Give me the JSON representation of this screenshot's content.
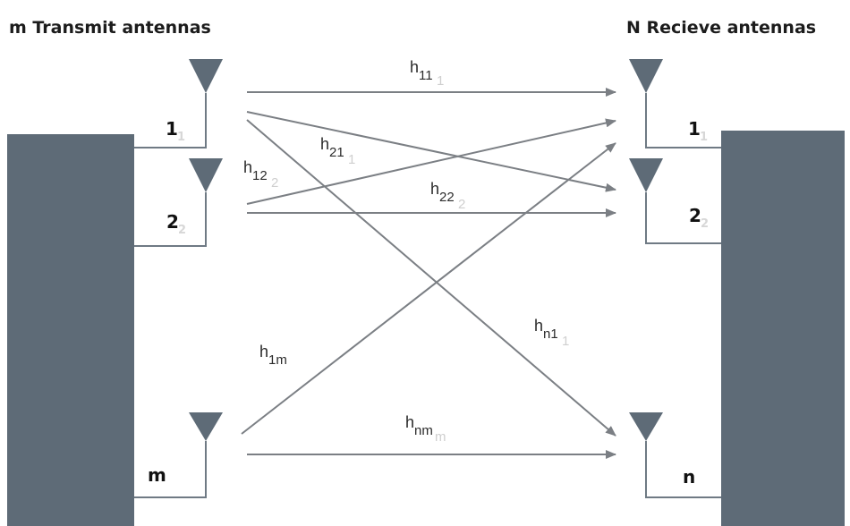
{
  "headers": {
    "transmit": "m Transmit antennas",
    "receive": "N Recieve antennas"
  },
  "tx_antennas": [
    {
      "num": "1",
      "sub": "1"
    },
    {
      "num": "2",
      "sub": "2"
    },
    {
      "num": "m",
      "sub": ""
    }
  ],
  "rx_antennas": [
    {
      "num": "1",
      "sub": "1"
    },
    {
      "num": "2",
      "sub": "2"
    },
    {
      "num": "n",
      "sub": ""
    }
  ],
  "channels": {
    "h11": {
      "base": "h",
      "sub": "11",
      "ghost": "1"
    },
    "h21": {
      "base": "h",
      "sub": "21",
      "ghost": "1"
    },
    "h12": {
      "base": "h",
      "sub": "12",
      "ghost": "2"
    },
    "h22": {
      "base": "h",
      "sub": "22",
      "ghost": "2"
    },
    "hn1": {
      "base": "h",
      "sub": "n1",
      "ghost": "1"
    },
    "h1m": {
      "base": "h",
      "sub": "1m",
      "ghost": ""
    },
    "hnm": {
      "base": "h",
      "sub": "nm",
      "ghost": "m"
    }
  },
  "colors": {
    "block": "#5e6b77",
    "antenna": "#5e6b77",
    "arrow": "#7b7f84",
    "wire": "#6f7a84"
  }
}
